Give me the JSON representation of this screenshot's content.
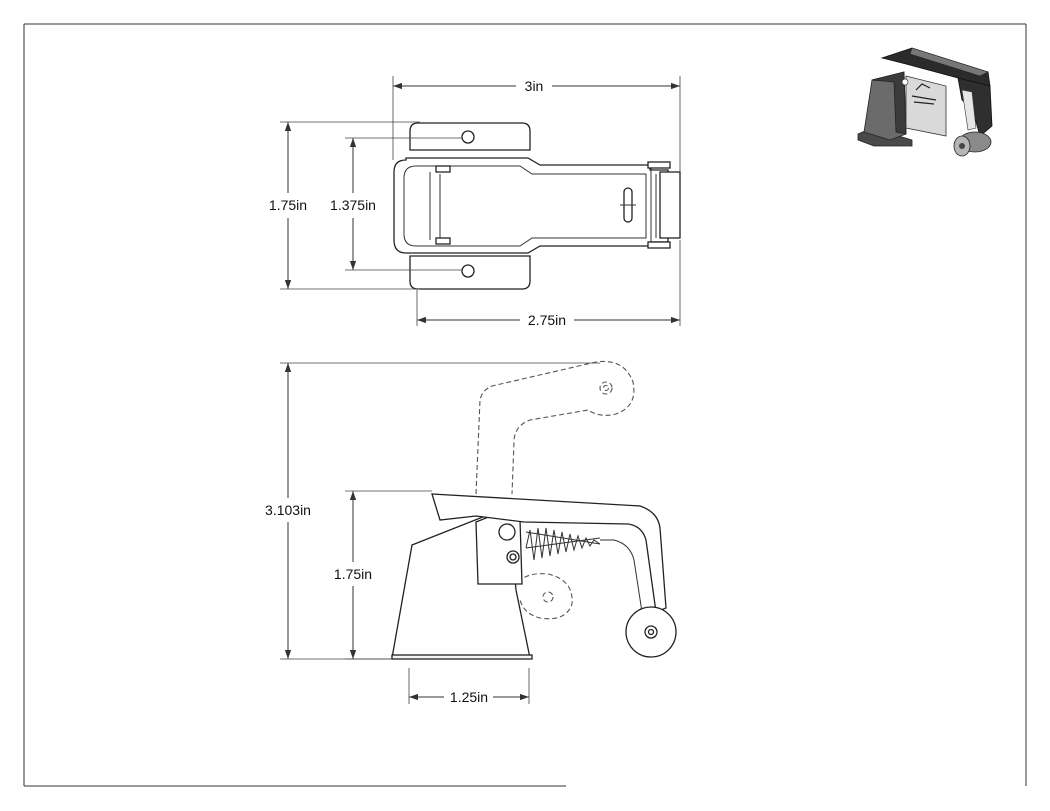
{
  "dimensions": {
    "top_overall_width": "3in",
    "top_height_outer": "1.75in",
    "top_height_inner": "1.375in",
    "top_base_width": "2.75in",
    "side_total_height": "3.103in",
    "side_body_height": "1.75in",
    "side_base_width": "1.25in"
  },
  "colors": {
    "line": "#333333",
    "iso_dark": "#2b2b2b",
    "iso_light": "#d9d9d9"
  }
}
